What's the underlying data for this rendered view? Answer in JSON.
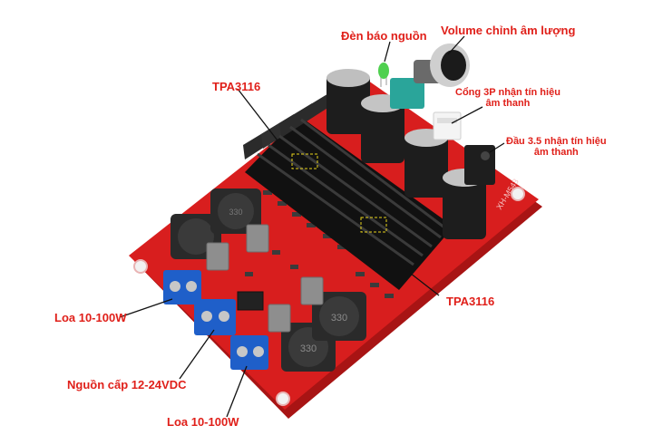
{
  "labels": {
    "power_led": "Đèn báo nguồn",
    "volume": "Volume chỉnh âm lượng",
    "chip_top": "TPA3116",
    "port_3p_line1": "Cổng 3P nhận tín hiệu",
    "port_3p_line2": "âm thanh",
    "jack_line1": "Đầu 3.5 nhận tín hiệu",
    "jack_line2": "âm thanh",
    "chip_bottom": "TPA3116",
    "speaker_left": "Loa 10-100W",
    "power_supply": "Nguồn cấp 12-24VDC",
    "speaker_right": "Loa 10-100W"
  },
  "board": {
    "silkscreen": "XH-M543",
    "inductor_marking": "330"
  },
  "colors": {
    "label_text": "#e0201a",
    "pcb": "#d81e1e",
    "heatsink": "#1c1c1c",
    "terminal": "#1f5fc9",
    "potentiometer": "#2aa59a"
  }
}
